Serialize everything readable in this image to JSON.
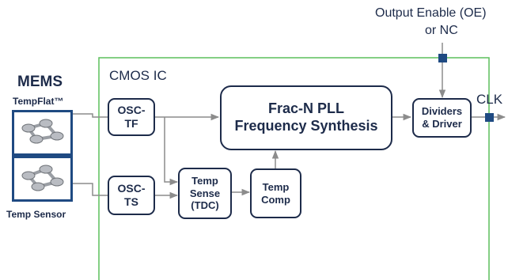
{
  "labels": {
    "output_enable": "Output Enable (OE)",
    "output_enable_line2": "or NC",
    "clk": "CLK",
    "cmos_ic": "CMOS IC",
    "mems": "MEMS",
    "tempflat": "TempFlat™",
    "temp_sensor": "Temp Sensor"
  },
  "blocks": {
    "osc_tf": "OSC-\nTF",
    "osc_ts": "OSC-\nTS",
    "pll": "Frac-N PLL\nFrequency Synthesis",
    "dividers": "Dividers\n& Driver",
    "temp_sense": "Temp\nSense\n(TDC)",
    "temp_comp": "Temp\nComp"
  },
  "colors": {
    "navy": "#1d2b4a",
    "mems_border": "#1f4a82",
    "cmos_border": "#5cbf5c",
    "wire": "#8c8c8c"
  },
  "icons": [
    "resonator-icon",
    "sensor-resonator-icon"
  ]
}
